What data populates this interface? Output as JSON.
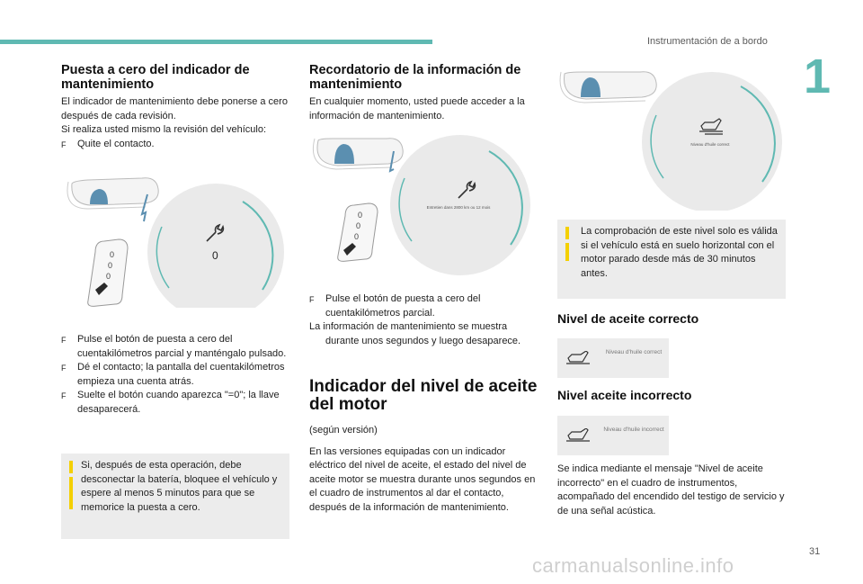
{
  "header": {
    "section_title": "Instrumentación de a bordo",
    "chapter": "1",
    "page_number": "31"
  },
  "col1": {
    "title": "Puesta a cero del indicador de mantenimiento",
    "intro": [
      "El indicador de mantenimiento debe ponerse a cero después de cada revisión.",
      "Si realiza usted mismo la revisión del vehículo:"
    ],
    "step0": "Quite el contacto.",
    "figure": {
      "digit": "0",
      "odo": [
        "0",
        "0",
        "0"
      ]
    },
    "steps": [
      "Pulse el botón de puesta a cero del cuentakilómetros parcial y manténgalo pulsado.",
      "Dé el contacto; la pantalla del cuentakilómetros empieza una cuenta atrás.",
      "Suelte el botón cuando aparezca \"=0\"; la llave desaparecerá."
    ],
    "note": "Si, después de esta operación, debe desconectar la batería, bloquee el vehículo y espere al menos 5 minutos para que se memorice la puesta a cero."
  },
  "col2": {
    "title": "Recordatorio de la información de mantenimiento",
    "intro": "En cualquier momento, usted puede acceder a la información de mantenimiento.",
    "figure": {
      "display_text": "Entretien dans 2800 km ou 12 mois",
      "odo": [
        "0",
        "0",
        "0"
      ]
    },
    "step": "Pulse el botón de puesta a cero del cuentakilómetros parcial.",
    "result": "La información de mantenimiento se muestra durante unos segundos y luego desaparece.",
    "title2": "Indicador del nivel de aceite del motor",
    "version": "(según versión)",
    "body": "En las versiones equipadas con un indicador eléctrico del nivel de aceite, el estado del nivel de aceite motor se muestra durante unos segundos en el cuadro de instrumentos al dar el contacto, después de la información de mantenimiento."
  },
  "col3": {
    "figure": {
      "display_text": "Niveau d'huile correct"
    },
    "note": "La comprobación de este nivel solo es válida si el vehículo está en suelo horizontal con el motor parado desde más de 30 minutos antes.",
    "correct_title": "Nivel de aceite correcto",
    "correct_display": "Niveau d'huile correct",
    "incorrect_title": "Nivel aceite incorrecto",
    "incorrect_display": "Niveau d'huile incorrect",
    "incorrect_body": "Se indica mediante el mensaje \"Nivel de aceite incorrecto\" en el cuadro de instrumentos, acompañado del encendido del testigo de servicio y de una señal acústica."
  },
  "bullet_marker": "F",
  "watermark": "carmanualsonline.info",
  "colors": {
    "accent": "#5fb9b2",
    "note_bar": "#f4d000",
    "note_bg": "#ececec"
  }
}
